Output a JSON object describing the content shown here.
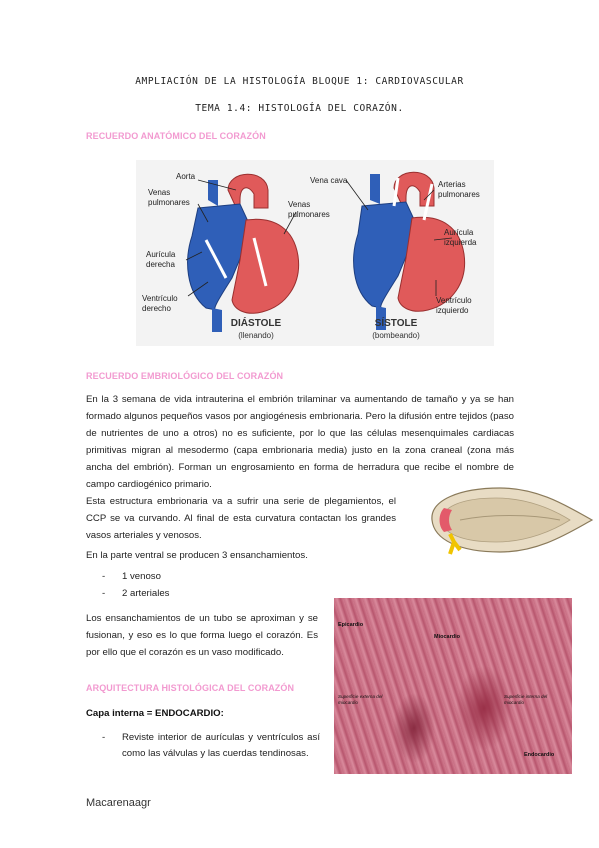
{
  "title_line1": "Ampliación de la histología bloque 1: cardiovascular",
  "title_line2": "Tema 1.4: histología del corazón.",
  "section1_heading": "RECUERDO ANATÓMICO DEL CORAZÓN",
  "heart_figure": {
    "labels": {
      "aorta": "Aorta",
      "venas_pulmonares_left": "Venas pulmonares",
      "venas_pulmonares_mid": "Venas pulmonares",
      "auricula_derecha": "Aurícula derecha",
      "ventriculo_derecho": "Ventrículo derecho",
      "vena_cava": "Vena cava",
      "arterias_pulmonares": "Arterias pulmonares",
      "auricula_izquierda": "Aurícula izquierda",
      "ventriculo_izquierdo": "Ventrículo izquierdo"
    },
    "diastole_title": "DIÁSTOLE",
    "diastole_sub": "(llenando)",
    "sistole_title": "SÍSTOLE",
    "sistole_sub": "(bombeando)",
    "colors": {
      "blue": "#2f5fb8",
      "red": "#e05a5a",
      "dark_red": "#b33a3a"
    }
  },
  "section2_heading": "RECUERDO EMBRIOLÓGICO DEL CORAZÓN",
  "para1": "En la 3 semana de vida intrauterina el embrión trilaminar va aumentando de tamaño y ya se han formado algunos pequeños vasos por angiogénesis embrionaria. Pero la difusión entre tejidos (paso de nutrientes de uno a otros) no es suficiente, por lo que las células mesenquimales cardiacas primitivas migran al mesodermo (capa embrionaria media) justo en la zona craneal (zona más ancha del embrión). Forman un engrosamiento en forma de herradura que recibe el nombre de campo cardiogénico primario.",
  "para2": "Esta estructura embrionaria va a sufrir una serie de plegamientos, el CCP se va curvando. Al final de esta curvatura contactan los grandes vasos arteriales y venosos.",
  "para3": "En la parte ventral se producen 3 ensanchamientos.",
  "bullets": [
    {
      "dash": "-",
      "text": "1 venoso"
    },
    {
      "dash": "-",
      "text": "2 arteriales"
    }
  ],
  "para4": "Los ensanchamientos de un tubo se aproximan y se fusionan, y eso es lo que forma luego el corazón. Es por ello que el corazón es un vaso modificado.",
  "section3_heading": "ARQUITECTURA HISTOLÓGICA DEL CORAZÓN",
  "capa_interna": "Capa interna = ENDOCARDIO:",
  "bullet3": {
    "dash": "-",
    "text": "Reviste interior de aurículas y ventrículos así como las válvulas y las cuerdas tendinosas."
  },
  "micrograph_labels": {
    "epicardio": "Epicardio",
    "miocardio": "Miocardio",
    "sup_externa": "Superficie externa del miocardio",
    "sup_interna": "Superficie interna del miocardio",
    "endocardio": "Endocardio"
  },
  "footer": "Macarenaagr"
}
